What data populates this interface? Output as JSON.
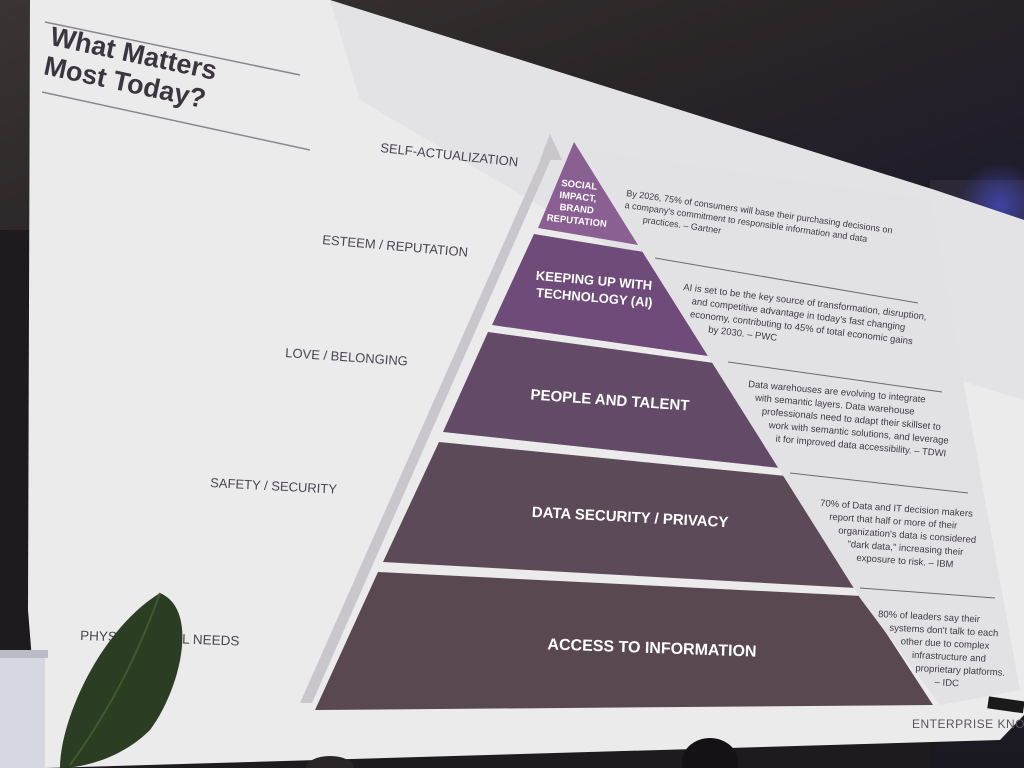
{
  "slide": {
    "title_line1": "What Matters",
    "title_line2": "Most Today?",
    "footer_brand": "ENTERPRISE KNOW"
  },
  "needs_labels": [
    "SELF-ACTUALIZATION",
    "ESTEEM / REPUTATION",
    "LOVE / BELONGING",
    "SAFETY / SECURITY",
    "PHYSIOLOGICAL NEEDS"
  ],
  "pyramid_tiers": [
    {
      "lines": [
        "SOCIAL",
        "IMPACT,",
        "BRAND",
        "REPUTATION"
      ],
      "color": "#8a5f92"
    },
    {
      "lines": [
        "KEEPING UP WITH",
        "TECHNOLOGY (AI)"
      ],
      "color": "#6e4b79"
    },
    {
      "lines": [
        "PEOPLE AND TALENT"
      ],
      "color": "#634a67"
    },
    {
      "lines": [
        "DATA SECURITY / PRIVACY"
      ],
      "color": "#5d4a59"
    },
    {
      "lines": [
        "ACCESS TO INFORMATION"
      ],
      "color": "#5a4850"
    }
  ],
  "facts": [
    {
      "lines": [
        "By 2026, 75% of consumers will base their purchasing decisions on",
        "a company's commitment to responsible information and data",
        "practices. – Gartner"
      ]
    },
    {
      "lines": [
        "AI is set to be the key source of transformation, disruption,",
        "and competitive advantage in today's fast changing",
        "economy, contributing to 45% of total economic gains",
        "by 2030. – PWC"
      ]
    },
    {
      "lines": [
        "Data warehouses are evolving to integrate",
        "with semantic layers. Data warehouse",
        "professionals need to adapt their skillset to",
        "work with semantic solutions, and leverage",
        "it for improved data accessibility. – TDWI"
      ]
    },
    {
      "lines": [
        "70% of Data and IT decision makers",
        "report that half or more of their",
        "organization's data is considered",
        "\"dark data,\" increasing their",
        "exposure to risk. – IBM"
      ]
    },
    {
      "lines": [
        "80% of leaders say their",
        "systems don't talk to each",
        "other due to complex",
        "infrastructure and",
        "proprietary platforms.",
        "– IDC"
      ]
    }
  ]
}
